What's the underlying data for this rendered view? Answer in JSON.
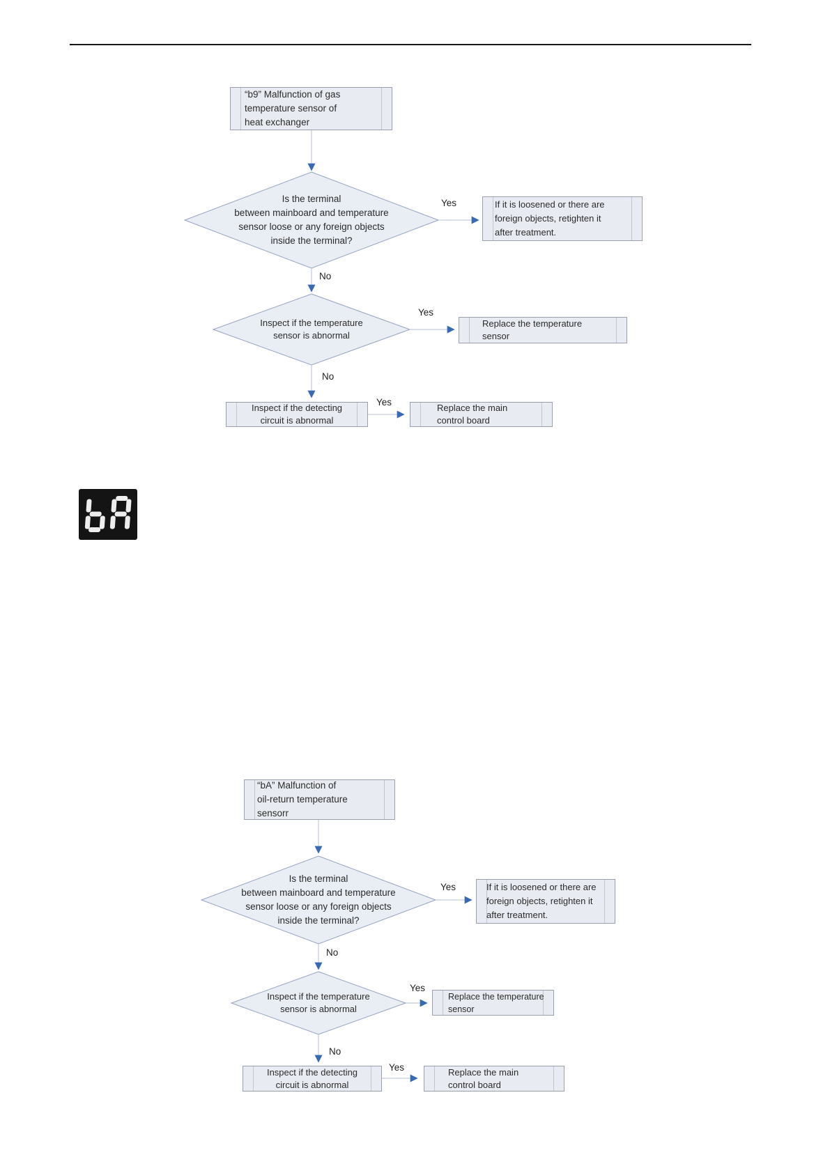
{
  "display": {
    "code": "bA",
    "panel_bg": "#141414",
    "segment_color": "#ededed"
  },
  "labels": {
    "yes": "Yes",
    "no": "No"
  },
  "colors": {
    "arrow_blue": "#3a69b3",
    "shape_fill": "#e9ebf2",
    "shape_border": "#9aa1ac",
    "connector_gray": "#c3cbd8"
  },
  "flowcharts": [
    {
      "error_code": "b9",
      "title": "“b9” Malfunction of gas\ntemperature sensor of\nheat exchanger",
      "q_terminal": "Is the terminal\nbetween mainboard and temperature\nsensor loose or any foreign objects\ninside the terminal?",
      "a_retighten": "If it is loosened or there are\nforeign objects, retighten it\nafter treatment.",
      "q_sensor": "Inspect if the temperature\nsensor is abnormal",
      "a_replace_sensor": "Replace the temperature\nsensor",
      "q_circuit": "Inspect if the detecting\ncircuit is abnormal",
      "a_replace_board": "Replace the main\ncontrol board"
    },
    {
      "error_code": "bA",
      "title": "“bA” Malfunction of\noil-return temperature\nsensorr",
      "q_terminal": "Is the terminal\nbetween mainboard and temperature\nsensor loose or any foreign objects\ninside the terminal?",
      "a_retighten": "If it is loosened or there are\nforeign objects, retighten it\nafter treatment.",
      "q_sensor": "Inspect if the temperature\nsensor is abnormal",
      "a_replace_sensor": "Replace the temperature\nsensor",
      "q_circuit": "Inspect if the detecting\ncircuit is abnormal",
      "a_replace_board": "Replace the main\ncontrol board"
    }
  ]
}
